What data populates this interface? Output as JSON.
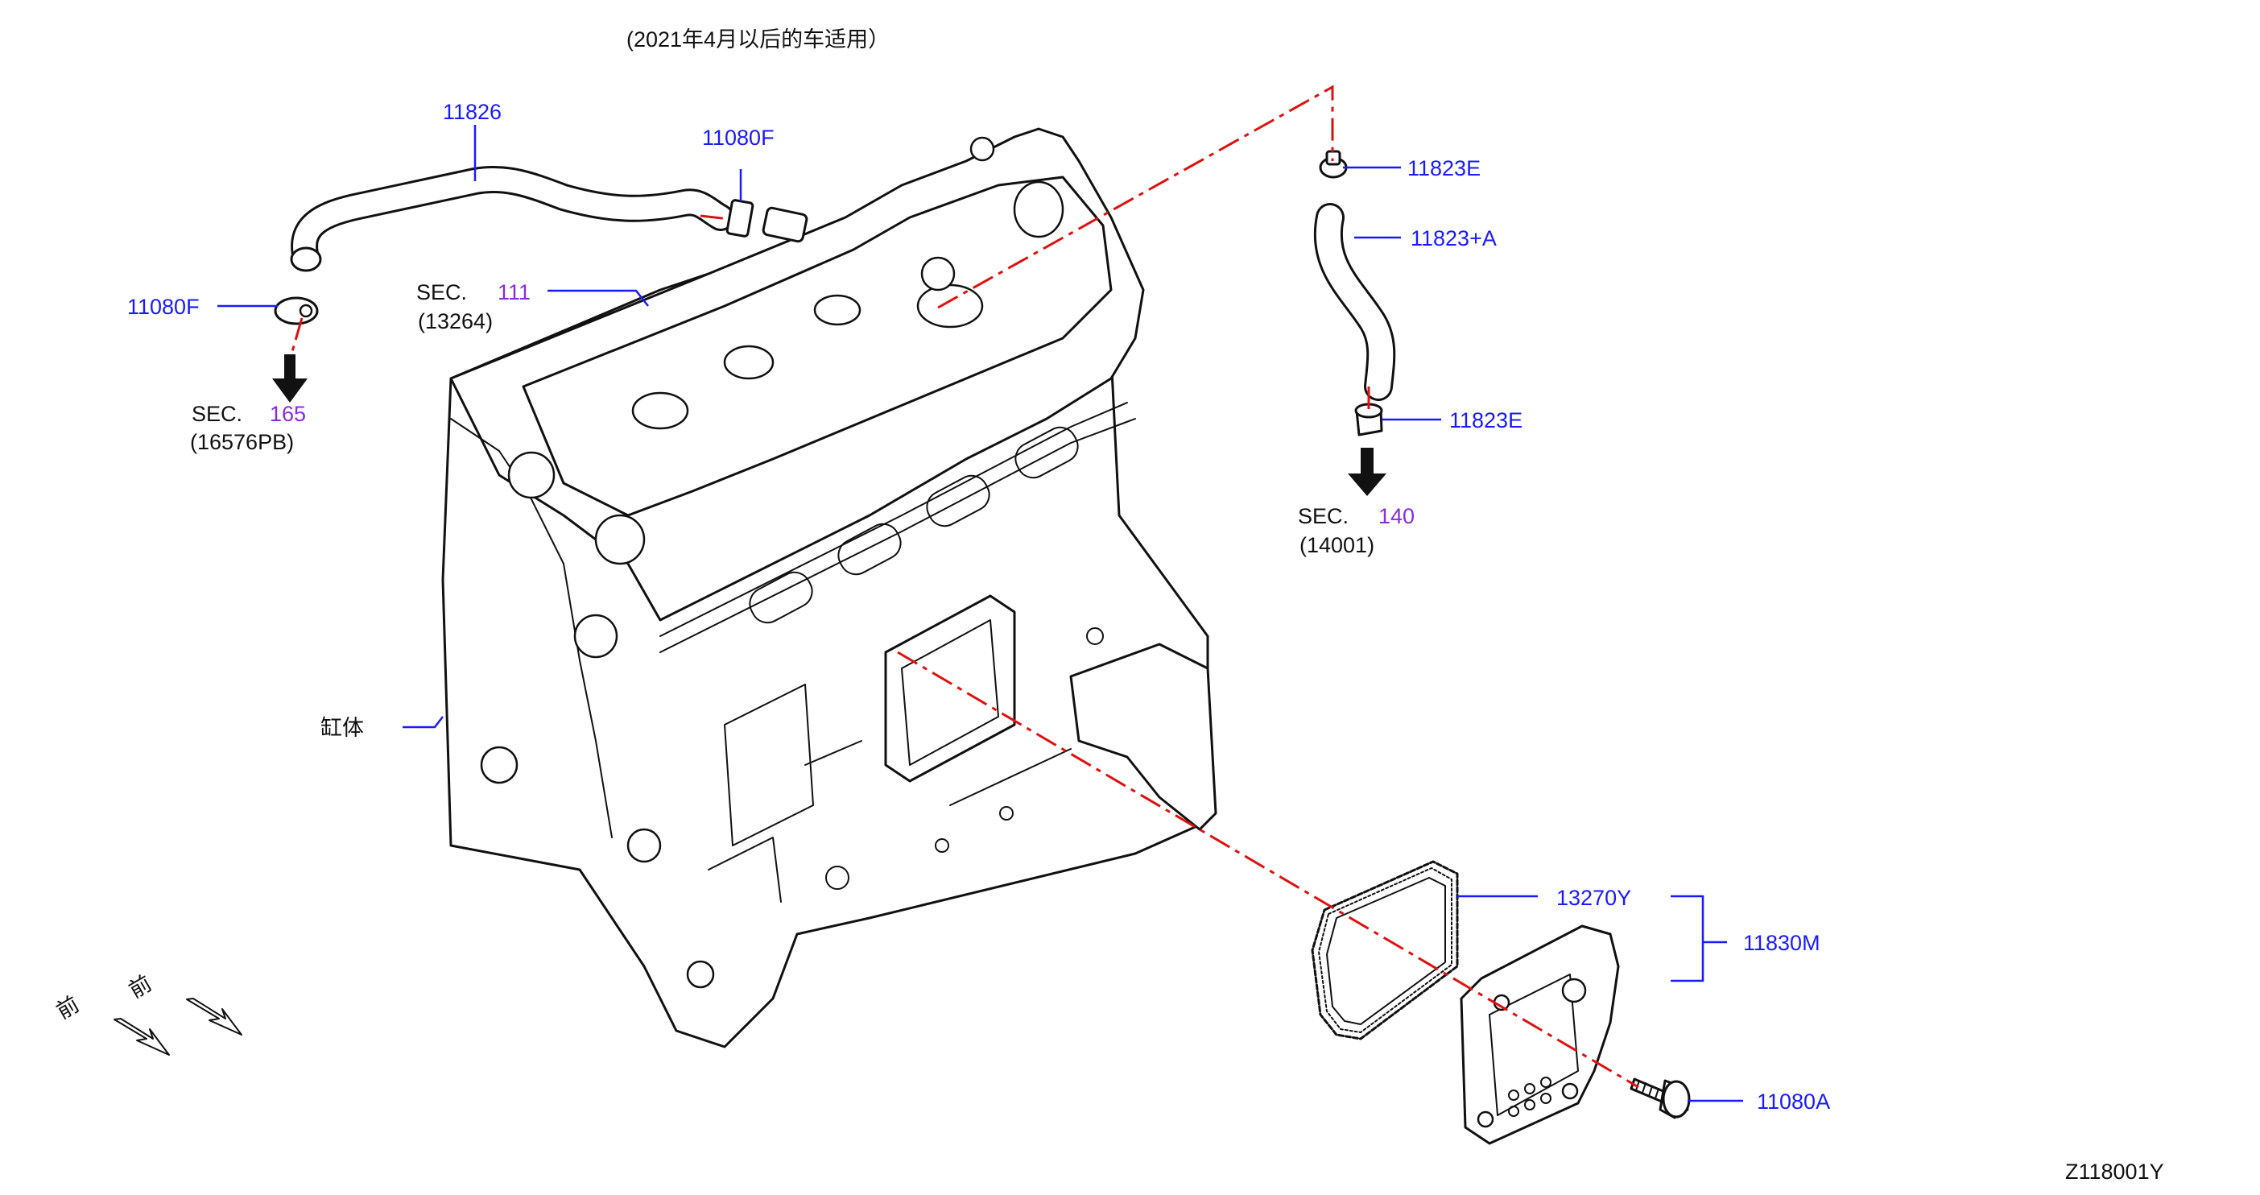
{
  "header": {
    "note": "(2021年4月以后的车适用）"
  },
  "diagram_id": "Z118001Y",
  "parts": {
    "hose_11826": "11826",
    "clamp_top": "11080F",
    "clamp_left": "11080F",
    "sec_111_prefix": "SEC.",
    "sec_111_num": "111",
    "sec_111_sub": "(13264)",
    "sec_165_prefix": "SEC.",
    "sec_165_num": "165",
    "sec_165_sub": "(16576PB)",
    "clamp_11823e_top": "11823E",
    "hose_11823a": "11823+A",
    "clamp_11823e_bottom": "11823E",
    "sec_140_prefix": "SEC.",
    "sec_140_num": "140",
    "sec_140_sub": "(14001)",
    "block_label": "缸体",
    "gasket": "13270Y",
    "separator_assy": "11830M",
    "bolt": "11080A"
  },
  "front_arrows": {
    "label_1": "前",
    "label_2": "前"
  },
  "colors": {
    "part_number": "#1a1aff",
    "section_number": "#8a2be2",
    "centerline": "#e01010",
    "drawing": "#111111"
  }
}
